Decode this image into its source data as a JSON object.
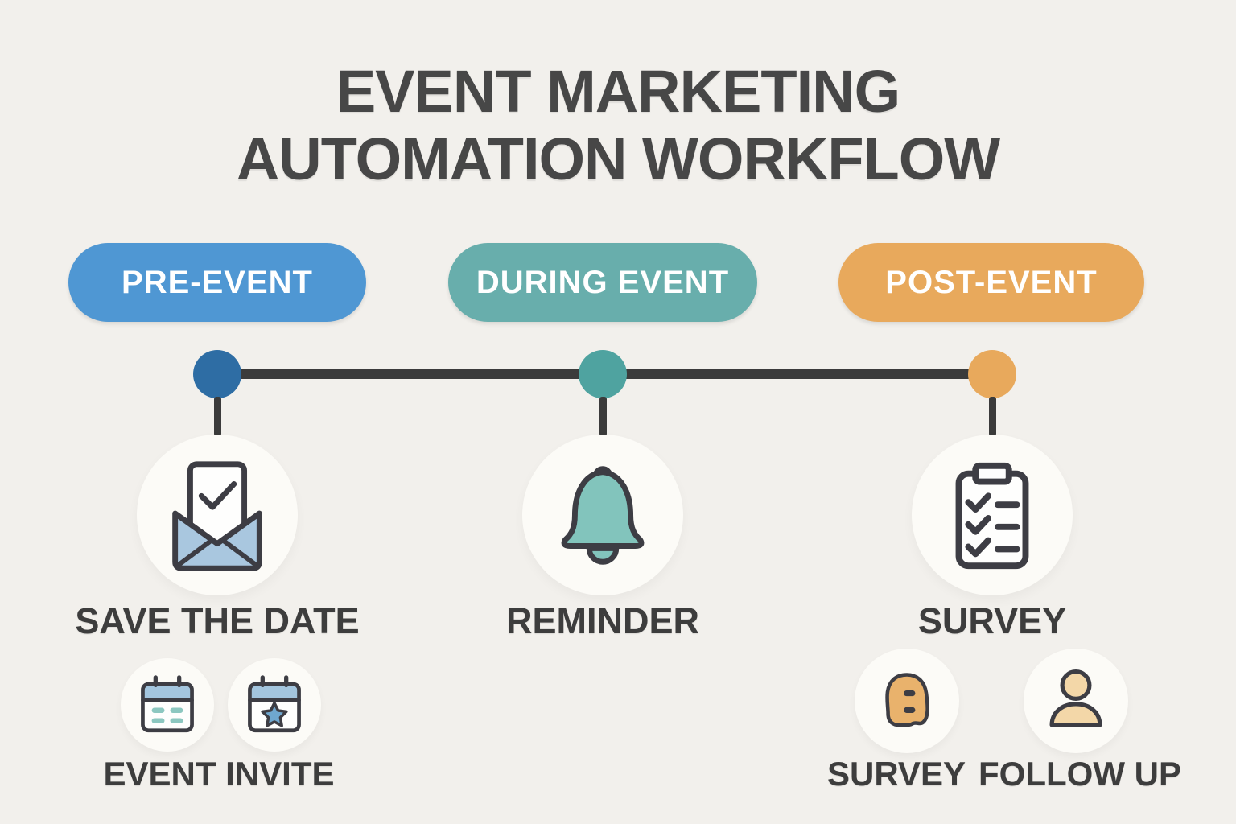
{
  "title": {
    "line1": "EVENT MARKETING",
    "line2": "AUTOMATION WORKFLOW"
  },
  "phases": [
    {
      "label": "PRE-EVENT",
      "step": {
        "label": "SAVE THE DATE",
        "icon": "open-envelope-check-icon"
      }
    },
    {
      "label": "DURING EVENT",
      "step": {
        "label": "REMINDER",
        "icon": "bell-icon"
      }
    },
    {
      "label": "POST-EVENT",
      "step": {
        "label": "SURVEY",
        "icon": "checklist-clipboard-icon"
      }
    }
  ],
  "sub_steps": [
    {
      "phase": "PRE-EVENT",
      "label": "EVENT INVITE",
      "icons": [
        "calendar-lines-icon",
        "calendar-star-icon"
      ]
    },
    {
      "phase": "POST-EVENT",
      "label": "SURVEY",
      "icons": [
        "survey-hood-icon"
      ]
    },
    {
      "phase": "POST-EVENT",
      "label": "FOLLOW UP",
      "icons": [
        "person-icon"
      ]
    }
  ],
  "colors": {
    "bg": "#f2f0ec",
    "title-ink": "#474747",
    "label-ink": "#3d3d3d",
    "line-ink": "#3b3b3b",
    "circle-bg": "#fcfbf7",
    "phase-pre": "#4f97d3",
    "phase-during": "#68aeac",
    "phase-post": "#e8a95c",
    "dot-pre": "#2e6da4",
    "dot-during": "#4fa3a0",
    "dot-post": "#e8a95c",
    "ink": "#3d3d44",
    "envelope-blue": "#a9c7df",
    "bell-teal": "#82c4bc",
    "cal-header": "#a3c5de",
    "dash-teal": "#8cc7c0",
    "star-blue": "#6fa7cf",
    "hood-orange": "#e9b26c",
    "person-tan": "#f3d7a8",
    "paper-white": "#fefefd"
  }
}
